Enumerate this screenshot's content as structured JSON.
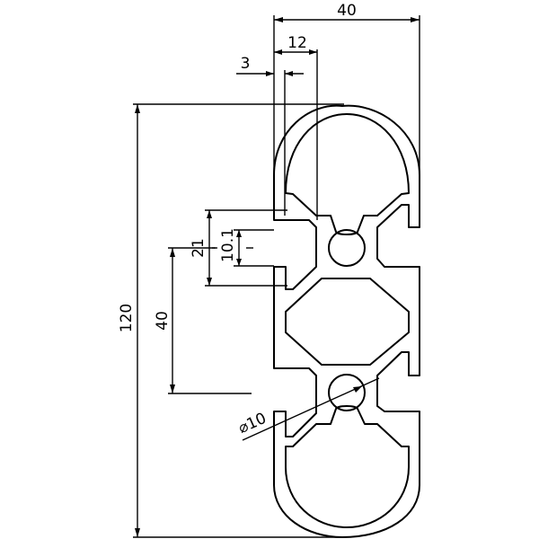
{
  "drawing": {
    "dimensions": {
      "width_total": "40",
      "width_slot": "12",
      "wall": "3",
      "height_total": "120",
      "slot_pitch": "40",
      "slot_opening": "21",
      "core_bore_width": "10.1",
      "diameter": "⌀10"
    },
    "colors": {
      "line": "#000000",
      "background": "#ffffff"
    }
  }
}
